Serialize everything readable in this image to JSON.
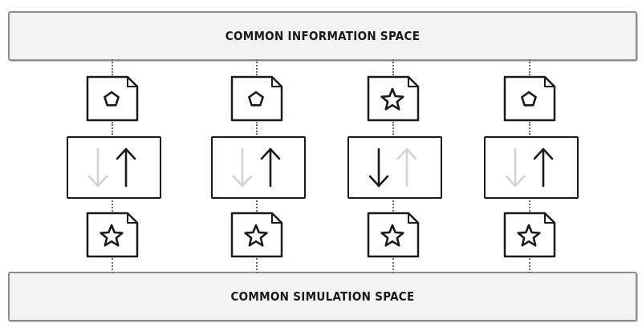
{
  "top_band": {
    "label": "COMMON INFORMATION SPACE"
  },
  "bottom_band": {
    "label": "COMMON SIMULATION SPACE"
  },
  "columns": [
    {
      "top_icon": "pentagon-icon",
      "bottom_icon": "star-icon",
      "active_arrow": "up"
    },
    {
      "top_icon": "pentagon-icon",
      "bottom_icon": "star-icon",
      "active_arrow": "up"
    },
    {
      "top_icon": "star-icon",
      "bottom_icon": "star-icon",
      "active_arrow": "down"
    },
    {
      "top_icon": "pentagon-icon",
      "bottom_icon": "star-icon",
      "active_arrow": "up"
    }
  ],
  "colors": {
    "active": "#1a1a1a",
    "inactive": "#d2d2d2",
    "band_fill": "#f3f3f3",
    "band_border": "#8c8c8c"
  }
}
